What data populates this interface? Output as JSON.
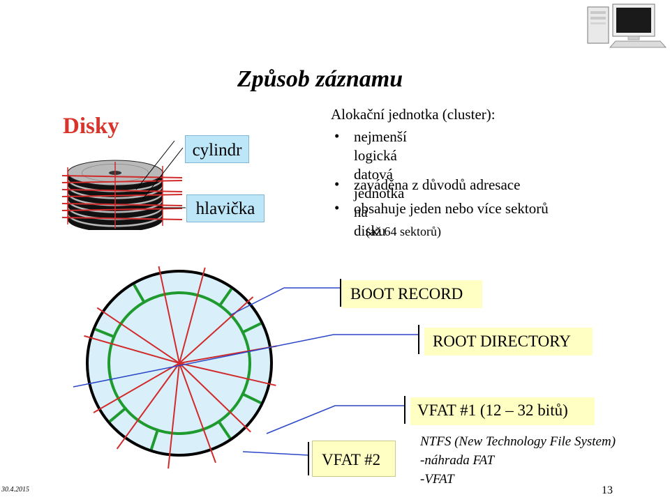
{
  "title": "Způsob záznamu",
  "heading": "Disky",
  "labels": {
    "cylindr": "cylindr",
    "hlavicka": "hlavička"
  },
  "allocation": {
    "heading": "Alokační jednotka (cluster):",
    "bullet_char": "•",
    "bullets": [
      "nejmenší logická datová jednotka na\ndisku",
      "zaváděna z důvodů adresace",
      "obsahuje jeden nebo více sektorů"
    ],
    "note": "(až 64 sektorů)"
  },
  "structure": {
    "boot_record": "BOOT RECORD",
    "root_directory": "ROOT DIRECTORY",
    "vfat1": "VFAT #1 (12 – 32 bitů)",
    "vfat2": "VFAT #2"
  },
  "ntfs": [
    "NTFS (New Technology File System)",
    "-náhrada FAT",
    "-VFAT"
  ],
  "footer": {
    "date": "30.4.2015",
    "page_number": "13"
  },
  "icons": [
    "computer-icon",
    "disk-stack-icon"
  ],
  "colors": {
    "heading": "#d9342b",
    "label_box": "#bde6f8",
    "yellow_box": "#ffffc4",
    "disk_fill": "#d9f0fb",
    "track_ring": "#1e9a2e",
    "sector_lines": "#d12a2a",
    "leader_lines": "#2a46c8"
  }
}
